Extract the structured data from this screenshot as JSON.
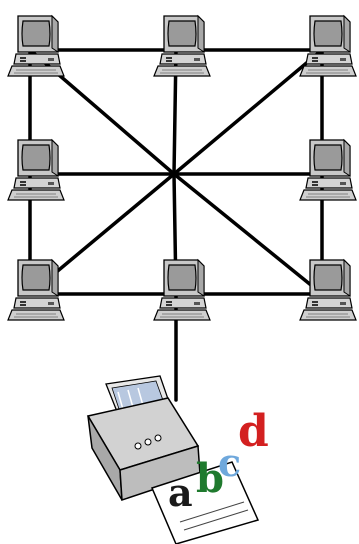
{
  "diagram": {
    "type": "network-topology",
    "hub": "center-junction",
    "computers": [
      {
        "id": "pc-top-left"
      },
      {
        "id": "pc-top-center"
      },
      {
        "id": "pc-top-right"
      },
      {
        "id": "pc-middle-left"
      },
      {
        "id": "pc-middle-right"
      },
      {
        "id": "pc-bottom-left"
      },
      {
        "id": "pc-bottom-center"
      },
      {
        "id": "pc-bottom-right"
      }
    ],
    "connections": [
      [
        "pc-top-left",
        "pc-top-center"
      ],
      [
        "pc-top-center",
        "pc-top-right"
      ],
      [
        "pc-top-left",
        "pc-middle-left"
      ],
      [
        "pc-middle-left",
        "pc-bottom-left"
      ],
      [
        "pc-top-right",
        "pc-middle-right"
      ],
      [
        "pc-middle-right",
        "pc-bottom-right"
      ],
      [
        "pc-bottom-left",
        "pc-bottom-center"
      ],
      [
        "pc-bottom-center",
        "pc-bottom-right"
      ],
      [
        "pc-top-left",
        "center-junction"
      ],
      [
        "pc-top-center",
        "center-junction"
      ],
      [
        "pc-top-right",
        "center-junction"
      ],
      [
        "pc-middle-left",
        "center-junction"
      ],
      [
        "pc-middle-right",
        "center-junction"
      ],
      [
        "pc-bottom-left",
        "center-junction"
      ],
      [
        "pc-bottom-center",
        "center-junction"
      ],
      [
        "pc-bottom-right",
        "center-junction"
      ],
      [
        "pc-bottom-center",
        "printer"
      ]
    ],
    "printer": {
      "icon": "printer-icon",
      "letters": [
        {
          "char": "a",
          "color": "#1a1a1a"
        },
        {
          "char": "b",
          "color": "#1f7a2e"
        },
        {
          "char": "c",
          "color": "#6fa8dc"
        },
        {
          "char": "d",
          "color": "#d32020"
        }
      ]
    },
    "colors": {
      "link": "#000000",
      "monitor_body": "#c8c8c8",
      "screen": "#9a9a9a",
      "outline": "#000000"
    }
  }
}
